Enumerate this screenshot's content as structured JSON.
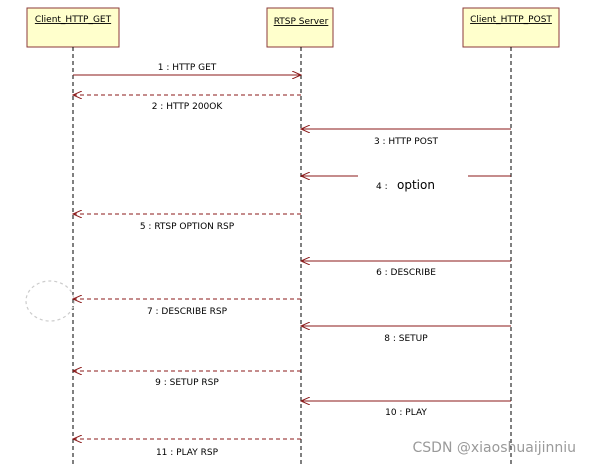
{
  "participants": [
    {
      "id": "get",
      "label": "Client_HTTP_GET"
    },
    {
      "id": "server",
      "label": "RTSP Server"
    },
    {
      "id": "post",
      "label": "Client_HTTP_POST"
    }
  ],
  "messages": [
    {
      "label": "1 : HTTP GET",
      "from": "get",
      "to": "server",
      "kind": "call"
    },
    {
      "label": "2 : HTTP 200OK",
      "from": "server",
      "to": "get",
      "kind": "return"
    },
    {
      "label": "3 : HTTP POST",
      "from": "post",
      "to": "server",
      "kind": "call"
    },
    {
      "label": "4 :",
      "extra": "option",
      "from": "post",
      "to": "server",
      "kind": "call"
    },
    {
      "label": "5 : RTSP OPTION RSP",
      "from": "server",
      "to": "get",
      "kind": "return"
    },
    {
      "label": "6 : DESCRIBE",
      "from": "post",
      "to": "server",
      "kind": "call"
    },
    {
      "label": "7 : DESCRIBE RSP",
      "from": "server",
      "to": "get",
      "kind": "return"
    },
    {
      "label": "8 : SETUP",
      "from": "post",
      "to": "server",
      "kind": "call"
    },
    {
      "label": "9 : SETUP RSP",
      "from": "server",
      "to": "get",
      "kind": "return"
    },
    {
      "label": "10 : PLAY",
      "from": "post",
      "to": "server",
      "kind": "call"
    },
    {
      "label": "11 : PLAY RSP",
      "from": "server",
      "to": "get",
      "kind": "return"
    }
  ],
  "watermark": "CSDN @xiaoshuaijinniu",
  "colors": {
    "box_fill": "#ffffcc",
    "box_border": "#8b3a3a",
    "arrow": "#8b1a1a",
    "lifeline": "#000000",
    "watermark": "#9a9a9a"
  }
}
